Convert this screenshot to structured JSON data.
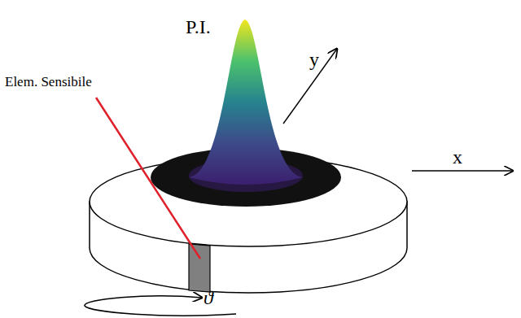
{
  "diagram": {
    "labels": [
      "P.I.",
      "y",
      "x",
      "Elem. Sensibile",
      "ϑ"
    ]
  }
}
